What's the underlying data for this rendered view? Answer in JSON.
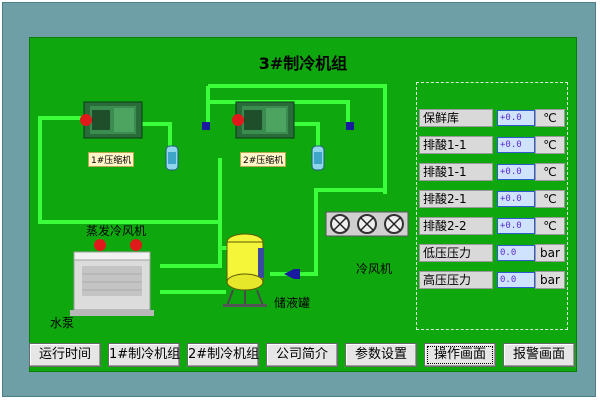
{
  "title": "3#制冷机组",
  "equipment": {
    "compressor1": "1#压缩机",
    "compressor2": "2#压缩机",
    "evaporative_condenser": "蒸发冷风机",
    "water_pump": "水泵",
    "receiver": "储液罐",
    "air_cooler": "冷风机"
  },
  "readings": [
    {
      "label": "保鲜库",
      "value": "+0.0",
      "unit": "℃"
    },
    {
      "label": "排酸1-1",
      "value": "+0.0",
      "unit": "℃"
    },
    {
      "label": "排酸1-1",
      "value": "+0.0",
      "unit": "℃"
    },
    {
      "label": "排酸2-1",
      "value": "+0.0",
      "unit": "℃"
    },
    {
      "label": "排酸2-2",
      "value": "+0.0",
      "unit": "℃"
    },
    {
      "label": "低压压力",
      "value": "0.0",
      "unit": "bar"
    },
    {
      "label": "高压压力",
      "value": "0.0",
      "unit": "bar"
    }
  ],
  "nav": [
    {
      "label": "运行时间"
    },
    {
      "label": "1#制冷机组"
    },
    {
      "label": "2#制冷机组"
    },
    {
      "label": "公司简介"
    },
    {
      "label": "参数设置"
    },
    {
      "label": "操作画面",
      "active": true
    },
    {
      "label": "报警画面"
    }
  ],
  "colors": {
    "panel": "#0ea80e",
    "pipe": "#3cff3c",
    "value_text": "#5a2fd0",
    "frame": "#6f9fa6"
  }
}
